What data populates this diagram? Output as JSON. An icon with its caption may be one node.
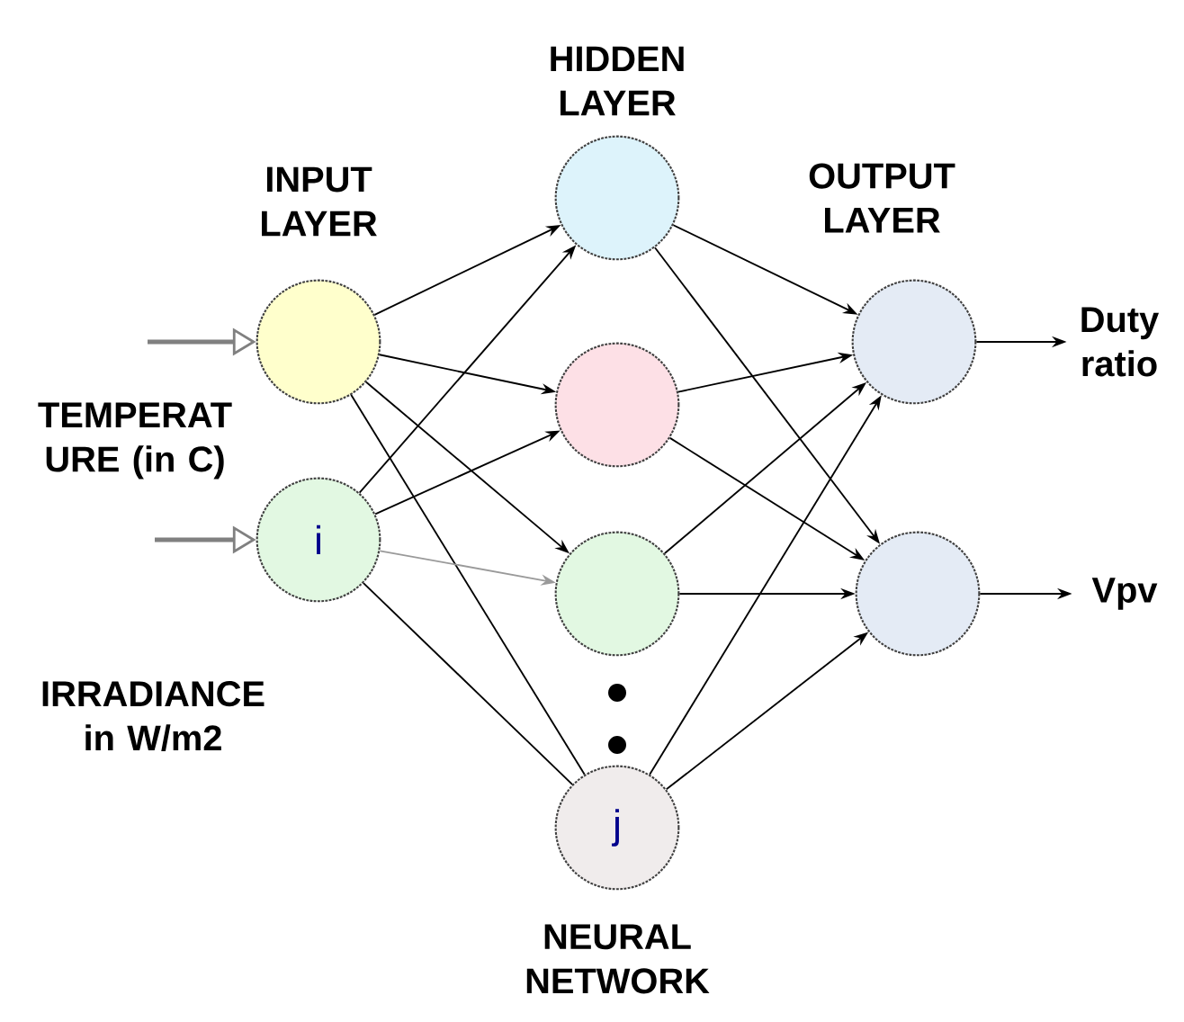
{
  "diagram": {
    "nodes": [
      {
        "text": [],
        "shape": "circle",
        "beside": [
          "INPUT LAYER"
        ]
      },
      {
        "text": [
          "i"
        ],
        "beside": [
          "IRRADIANCE in W/m2"
        ]
      },
      {
        "text": [],
        "shape": "circle",
        "beside": [
          "HIDDEN LAYER"
        ]
      },
      {
        "text": [],
        "shape": "circle"
      },
      {
        "text": [],
        "shape": "circle"
      },
      {
        "text": [
          "j"
        ],
        "beside": [
          "NEURAL NETWORK"
        ]
      },
      {
        "text": [],
        "shape": "circle",
        "beside": [
          "OUTPUT LAYER"
        ]
      },
      {
        "text": [],
        "shape": "circle"
      },
      {
        "text": [
          "Duty ratio"
        ]
      },
      {
        "text": [
          "Vpv"
        ]
      }
    ],
    "edges": [
      {
        "from": null,
        "to": 0,
        "arrow": "to",
        "style": "thick",
        "color": "#808080"
      },
      {
        "from": null,
        "to": 1,
        "arrow": "to",
        "style": "thick",
        "color": "#808080"
      },
      {
        "from": 0,
        "to": 2,
        "arrow": "to"
      },
      {
        "from": 0,
        "to": 3,
        "arrow": "to"
      },
      {
        "from": 0,
        "to": 4,
        "arrow": "to"
      },
      {
        "from": 0,
        "to": 5,
        "arrow": "none"
      },
      {
        "from": 1,
        "to": 2,
        "arrow": "to"
      },
      {
        "from": 1,
        "to": 3,
        "arrow": "to"
      },
      {
        "from": 1,
        "to": 4,
        "arrow": "to",
        "color": "#9a9a9a"
      },
      {
        "from": 1,
        "to": 5,
        "arrow": "none"
      },
      {
        "from": 2,
        "to": 6,
        "arrow": "to"
      },
      {
        "from": 2,
        "to": 7,
        "arrow": "to"
      },
      {
        "from": 3,
        "to": 6,
        "arrow": "to"
      },
      {
        "from": 3,
        "to": 7,
        "arrow": "to"
      },
      {
        "from": 4,
        "to": 6,
        "arrow": "to"
      },
      {
        "from": 4,
        "to": 7,
        "arrow": "to"
      },
      {
        "from": 5,
        "to": 6,
        "arrow": "to"
      },
      {
        "from": 5,
        "to": 7,
        "arrow": "to"
      },
      {
        "from": 6,
        "to": 8,
        "arrow": "to"
      },
      {
        "from": 7,
        "to": 9,
        "arrow": "to"
      }
    ],
    "labels": [
      "TEMPERAT URE (in C)"
    ]
  }
}
